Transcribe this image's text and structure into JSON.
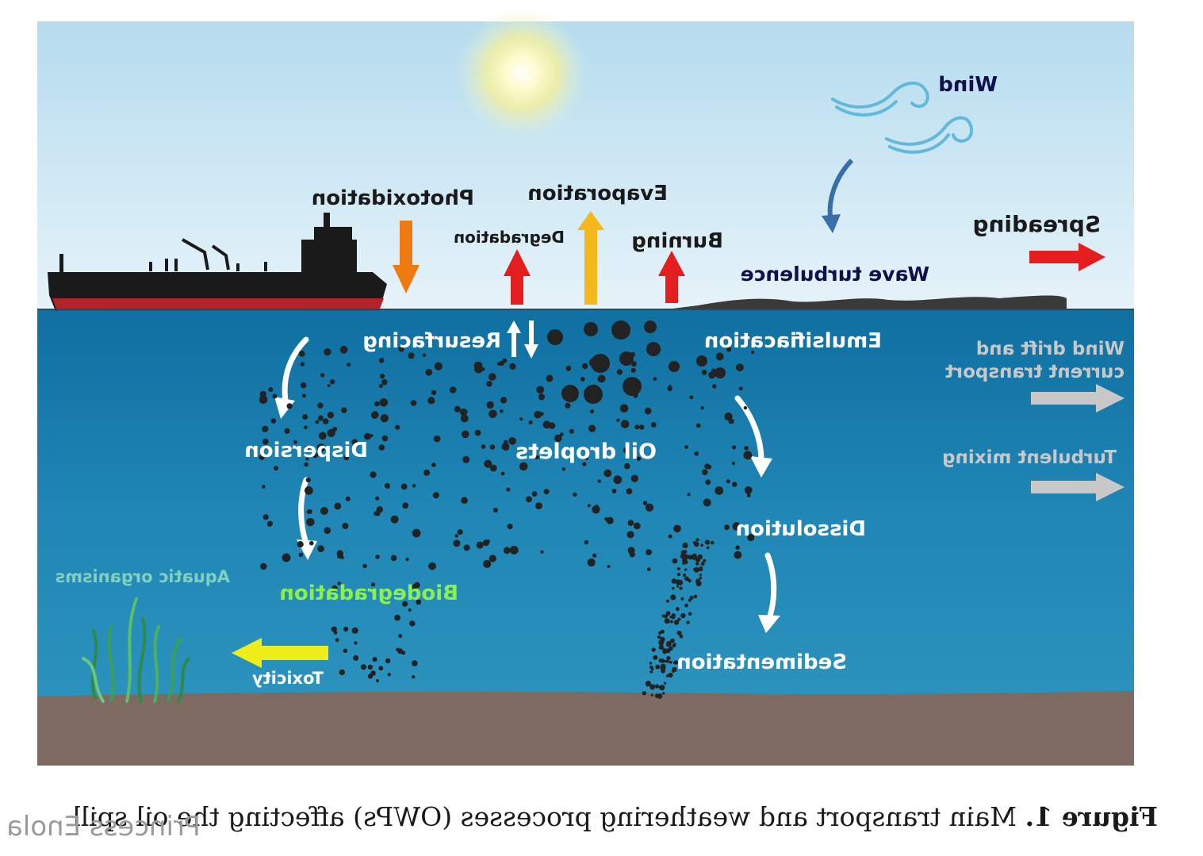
{
  "labels": {
    "wind": "Wind",
    "spreading": "Spreading",
    "wave_turbulence": "Wave turbulence",
    "photoxidation": "Photoxidation",
    "evaporation": "Evaporation",
    "degradation": "Degradation",
    "burning": "Burning",
    "resurfacing": "Resurfacing",
    "emulsification": "Emulsifiacation",
    "wind_drift_1": "Wind drift and",
    "wind_drift_2": "current transport",
    "turbulent_mixing": "Turbulent mixing",
    "dispersion": "Dispersion",
    "oil_droplets": "Oil droplets",
    "dissolution": "Dissolution",
    "aquatic_organisms": "Aquatic organisms",
    "biodegradation": "Biodegradation",
    "toxicity": "Toxicity",
    "sedimentation": "Sedimentation"
  },
  "caption": {
    "figure_label": "Figure 1.",
    "text": " Main transport and weathering processes (OWPs) affecting the oil spill"
  },
  "watermark": "Princess Enola",
  "colors": {
    "sea": "#1f84b4",
    "sky": "#cfe8f5",
    "seabed": "#7d6a60",
    "ship_hull": "#1a1a1a",
    "ship_keel": "#b5232a",
    "arrow_red": "#e41e1e",
    "arrow_orange": "#f07a12",
    "arrow_gold": "#f5b81a",
    "arrow_yellow": "#f0ee1a",
    "arrow_gray": "#c8c8c8",
    "label_dark": "#1a1a1a",
    "label_navy": "#10104a",
    "label_green": "#8cf04a",
    "oil": "#222222"
  }
}
